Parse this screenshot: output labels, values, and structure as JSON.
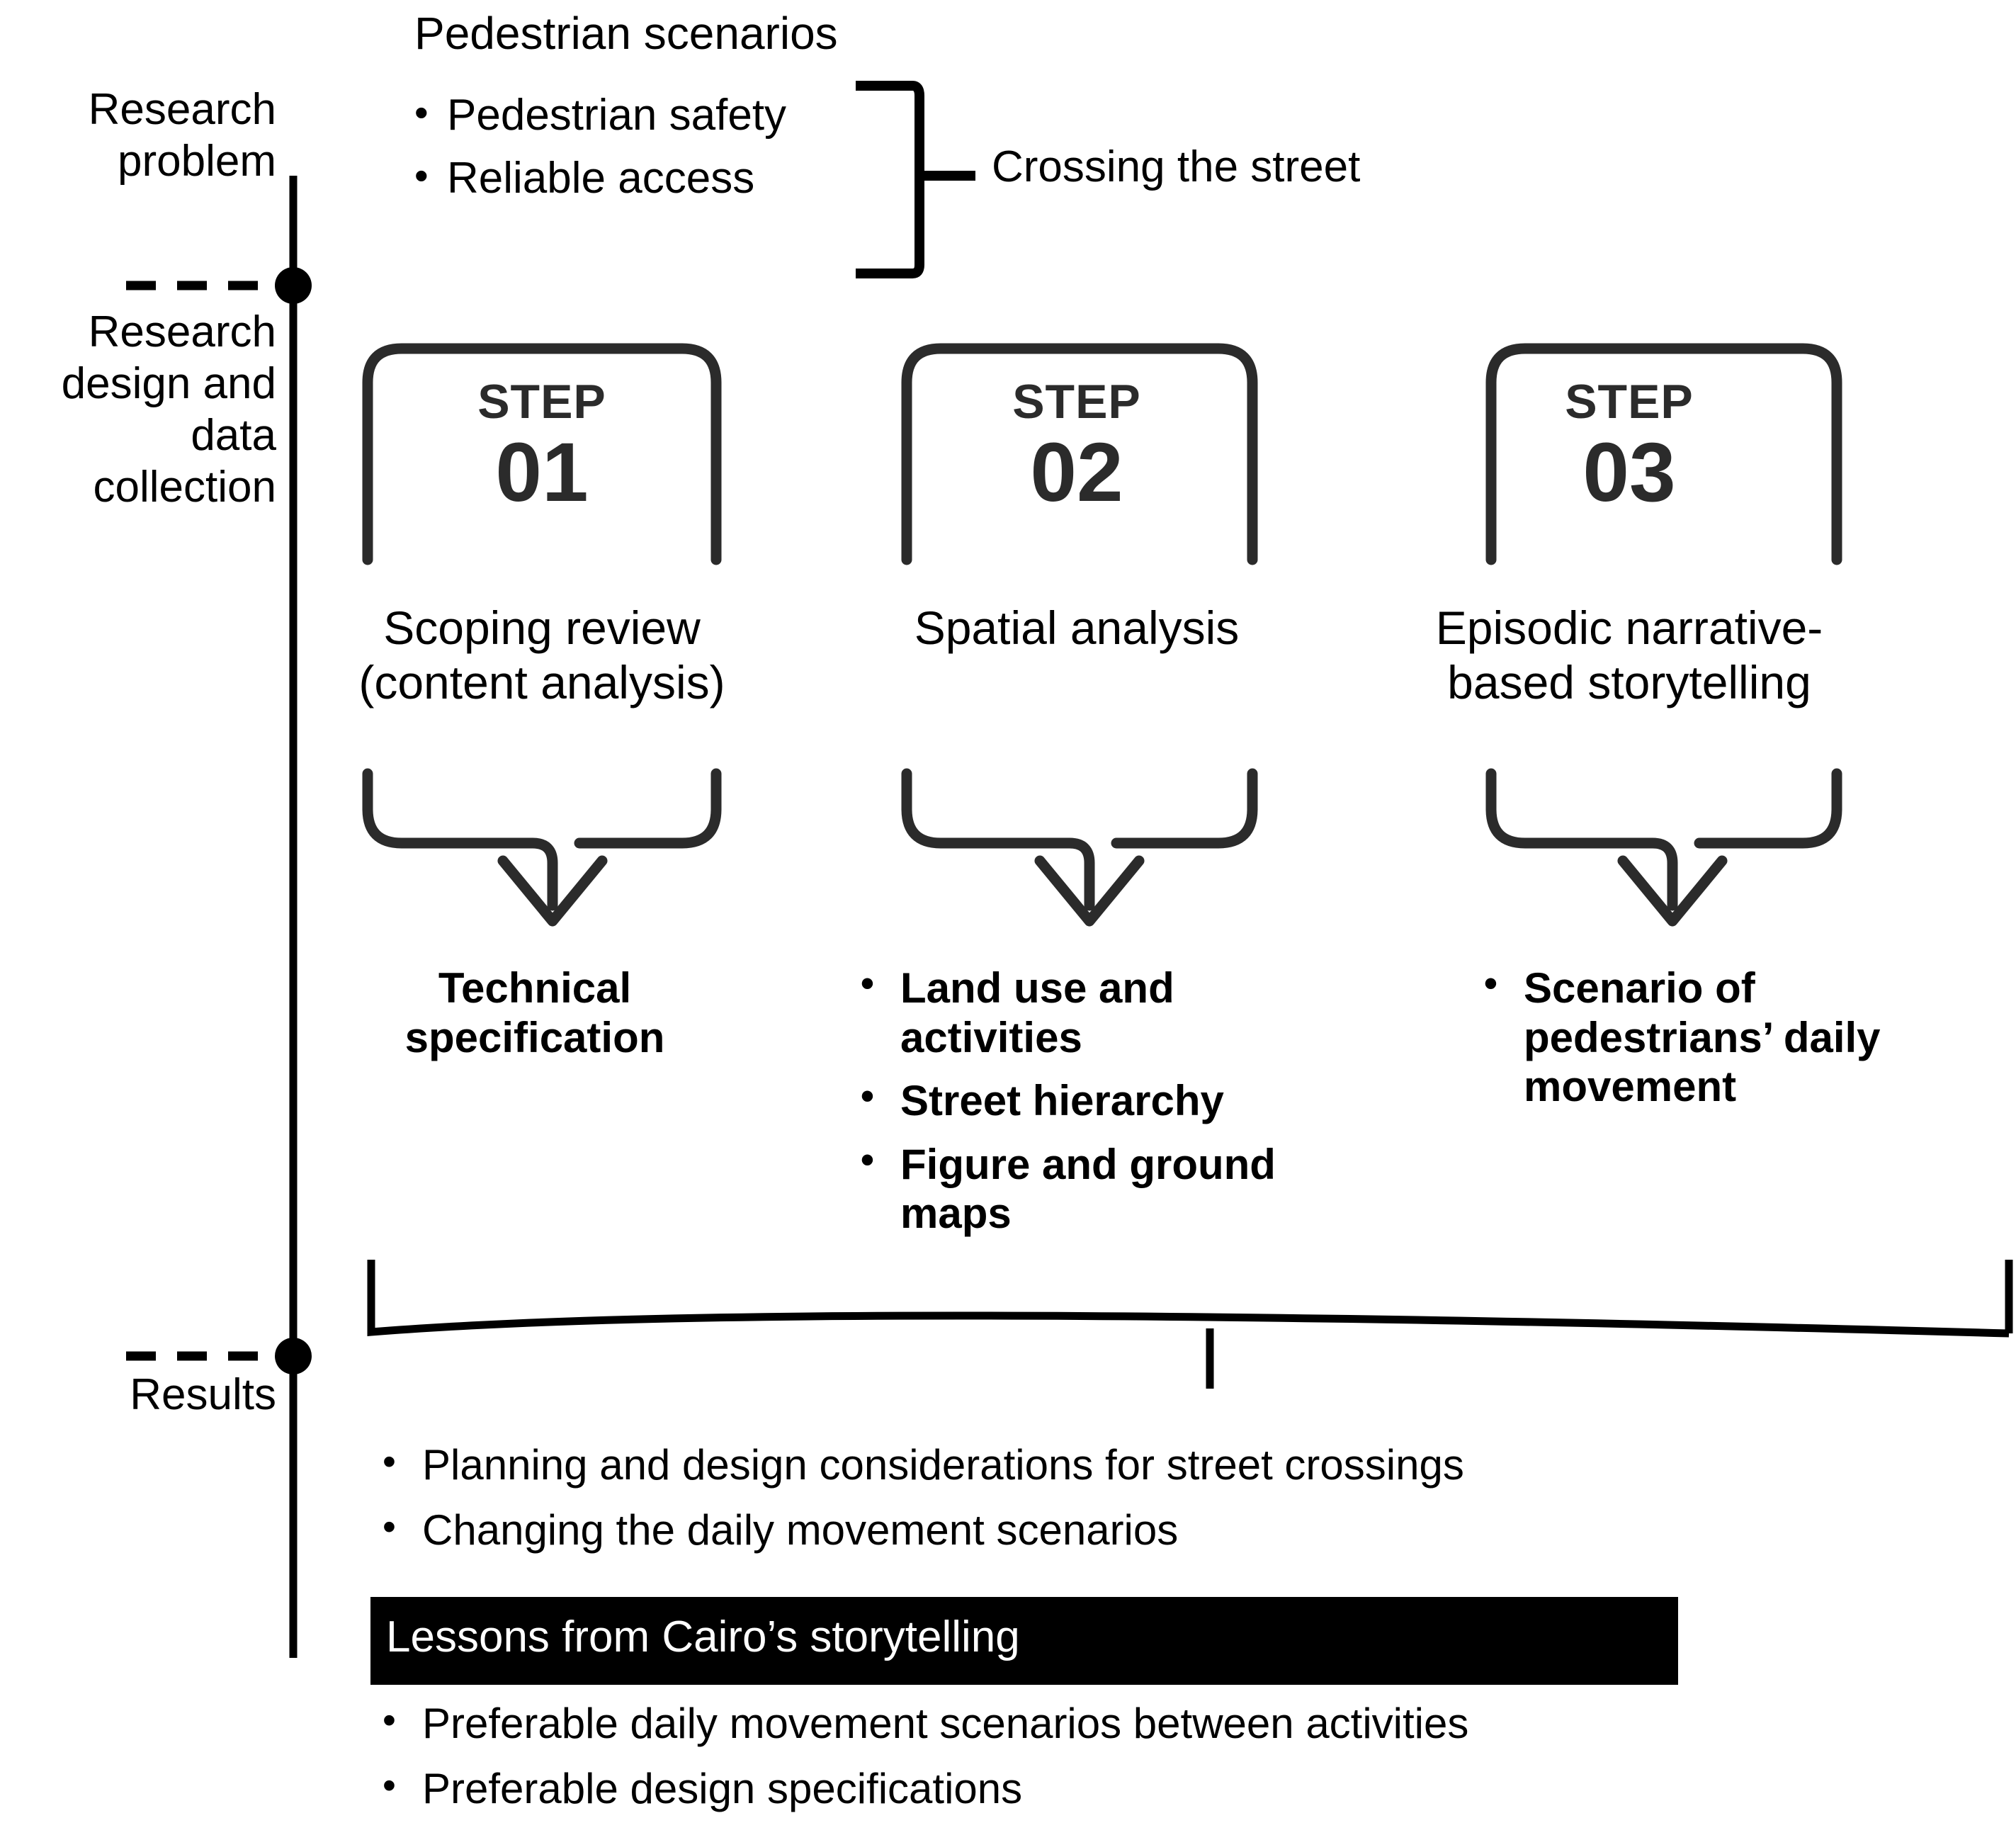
{
  "stages": {
    "research_problem": "Research\nproblem",
    "design_collection": "Research\ndesign and\ndata\ncollection",
    "results": "Results"
  },
  "top_section": {
    "title": "Pedestrian scenarios",
    "bullets": [
      "Pedestrian safety",
      "Reliable access"
    ],
    "bracket_label": "Crossing the street"
  },
  "steps": [
    {
      "step_word": "STEP",
      "number": "01",
      "title": "Scoping review\n(content analysis)",
      "outputs": [
        "Technical\nspecification"
      ],
      "output_style": "plain"
    },
    {
      "step_word": "STEP",
      "number": "02",
      "title": "Spatial analysis",
      "outputs": [
        "Land use and activities",
        "Street hierarchy",
        "Figure and ground maps"
      ],
      "output_style": "bulleted"
    },
    {
      "step_word": "STEP",
      "number": "03",
      "title": "Episodic narrative-\nbased storytelling",
      "outputs": [
        "Scenario of pedestrians’ daily movement"
      ],
      "output_style": "bulleted"
    }
  ],
  "results_section": {
    "top_bullets": [
      "Planning and design considerations for street crossings",
      "Changing the daily movement scenarios"
    ],
    "highlight_banner": "Lessons from Cairo’s storytelling",
    "bottom_bullets": [
      "Preferable daily movement scenarios between activities",
      "Preferable design specifications"
    ]
  },
  "glyphs": {
    "bullet": "•"
  },
  "colors": {
    "ink": "#000000",
    "card_stroke": "#2b2b2b",
    "banner_bg": "#000000",
    "banner_fg": "#ffffff"
  }
}
